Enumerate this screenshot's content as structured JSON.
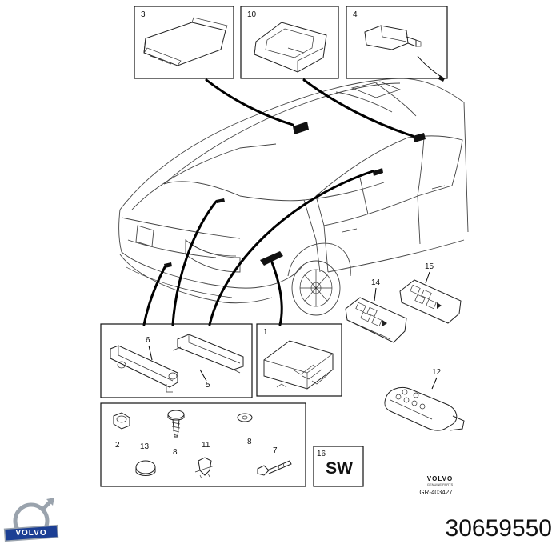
{
  "diagram": {
    "callouts": [
      "3",
      "10",
      "4",
      "1",
      "6",
      "5",
      "14",
      "15",
      "12",
      "2",
      "13",
      "8",
      "8",
      "11",
      "7",
      "16"
    ],
    "sw_label": "SW",
    "brand": "VOLVO",
    "brand_sub": "GENUINE PARTS",
    "ref_code": "GR-403427",
    "logo_word": "VOLVO",
    "part_number": "30659550"
  },
  "colors": {
    "line": "#222222",
    "logo_blue": "#1c3f94",
    "logo_ring": "#9aa3ad"
  }
}
